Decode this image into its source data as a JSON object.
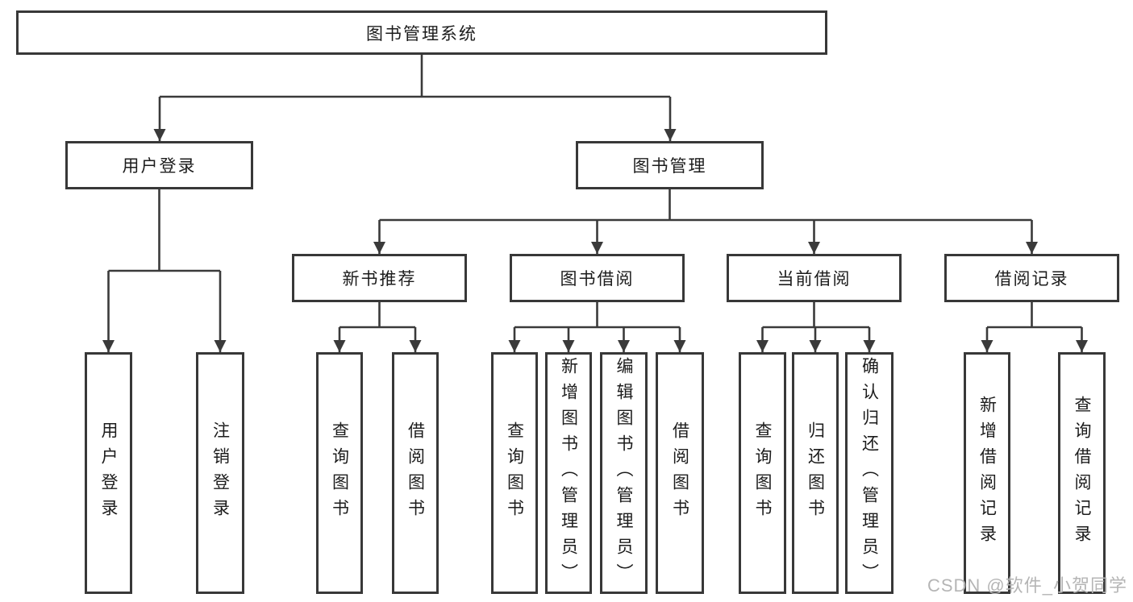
{
  "diagram": {
    "root": "图书管理系统",
    "level2": {
      "user_login": "用户登录",
      "book_management": "图书管理"
    },
    "level3": [
      "新书推荐",
      "图书借阅",
      "当前借阅",
      "借阅记录"
    ],
    "level4": {
      "user_login": [
        "用户登录",
        "注销登录"
      ],
      "new_book_recommend": [
        "查询图书",
        "借阅图书"
      ],
      "book_borrow": [
        "查询图书",
        "新增图书（管理员）",
        "编辑图书（管理员）",
        "借阅图书"
      ],
      "current_borrow": [
        "查询图书",
        "归还图书",
        "确认归还（管理员）"
      ],
      "borrow_records": [
        "新增借阅记录",
        "查询借阅记录"
      ]
    }
  },
  "watermark": "CSDN @软件_小贺同学",
  "colors": {
    "line": "#3a3a3a",
    "border": "#383838",
    "text": "#1c1c1c",
    "watermark": "#b5b5b5",
    "background": "#ffffff"
  }
}
